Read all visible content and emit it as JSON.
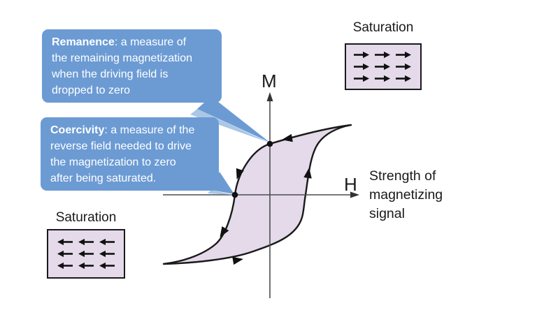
{
  "callouts": {
    "remanence": {
      "term": "Remanence",
      "line1_rest": ": a measure of",
      "line2": "the remaining magnetization",
      "line3": "when the driving field is",
      "line4": "dropped to zero"
    },
    "coercivity": {
      "term": "Coercivity",
      "line1_rest": ": a measure of the",
      "line2": "reverse field needed to drive",
      "line3": "the magnetization to zero",
      "line4": "after being saturated."
    }
  },
  "axes": {
    "y_label": "M",
    "x_label": "H",
    "x_caption": "Strength of magnetizing signal"
  },
  "saturation_positive": {
    "label": "Saturation",
    "arrow_direction": "right",
    "arrow_rows": 3,
    "arrow_cols": 3
  },
  "saturation_negative": {
    "label": "Saturation",
    "arrow_direction": "left",
    "arrow_rows": 3,
    "arrow_cols": 3
  },
  "chart_data": {
    "type": "line",
    "title": "Magnetic hysteresis loop (M vs H)",
    "xlabel": "H",
    "ylabel": "M",
    "marked_points": [
      {
        "name": "remanence",
        "description": "upper branch crossing of M axis (H = 0)"
      },
      {
        "name": "coercivity",
        "description": "descending branch crossing of H axis (M = 0)"
      }
    ],
    "branches": [
      {
        "name": "descending",
        "from": "positive saturation (upper right)",
        "to": "negative saturation (lower left)"
      },
      {
        "name": "ascending",
        "from": "negative saturation (lower left)",
        "to": "positive saturation (upper right)"
      }
    ]
  },
  "colors": {
    "callout_bg": "#6c9bd4",
    "callout_bg_light": "#aac7e6",
    "callout_text": "#ffffff",
    "loop_fill": "#e4daea",
    "loop_stroke": "#1a1a1a",
    "axis": "#4d4d4d",
    "text": "#1a1a1a",
    "background": "#ffffff"
  }
}
